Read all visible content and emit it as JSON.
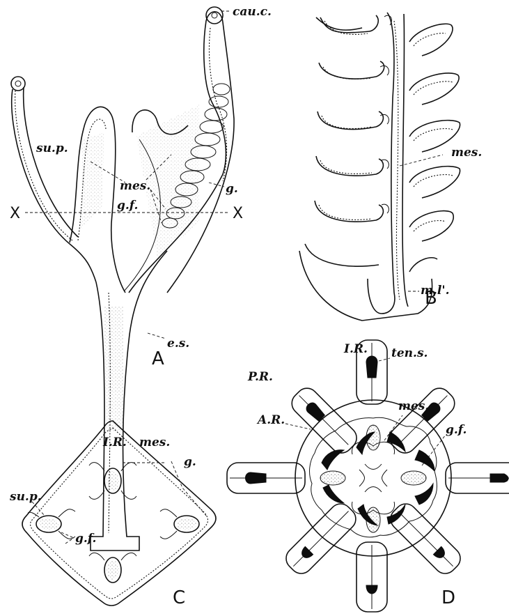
{
  "figures": {
    "A": {
      "panel_label": "A",
      "labels": {
        "cau_c": "cau.c.",
        "su_p": "su.p.",
        "mes": "mes.",
        "g_f": "g.f.",
        "g": "g.",
        "e_s": "e.s.",
        "x_left": "X",
        "x_right": "X"
      }
    },
    "B": {
      "panel_label": "B",
      "labels": {
        "mes": "mes.",
        "m_l": "m.l'."
      }
    },
    "C": {
      "panel_label": "C",
      "labels": {
        "I_R": "I.R.",
        "mes": "mes.",
        "g": "g.",
        "su_p": "su.p.",
        "g_f": "g.f."
      }
    },
    "D": {
      "panel_label": "D",
      "labels": {
        "I_R": "I.R.",
        "ten_s": "ten.s.",
        "P_R": "P.R.",
        "mes": "mes.",
        "A_R": "A.R.",
        "g_f": "g.f."
      }
    }
  },
  "colors": {
    "ink": "#111111",
    "paper": "#ffffff"
  }
}
